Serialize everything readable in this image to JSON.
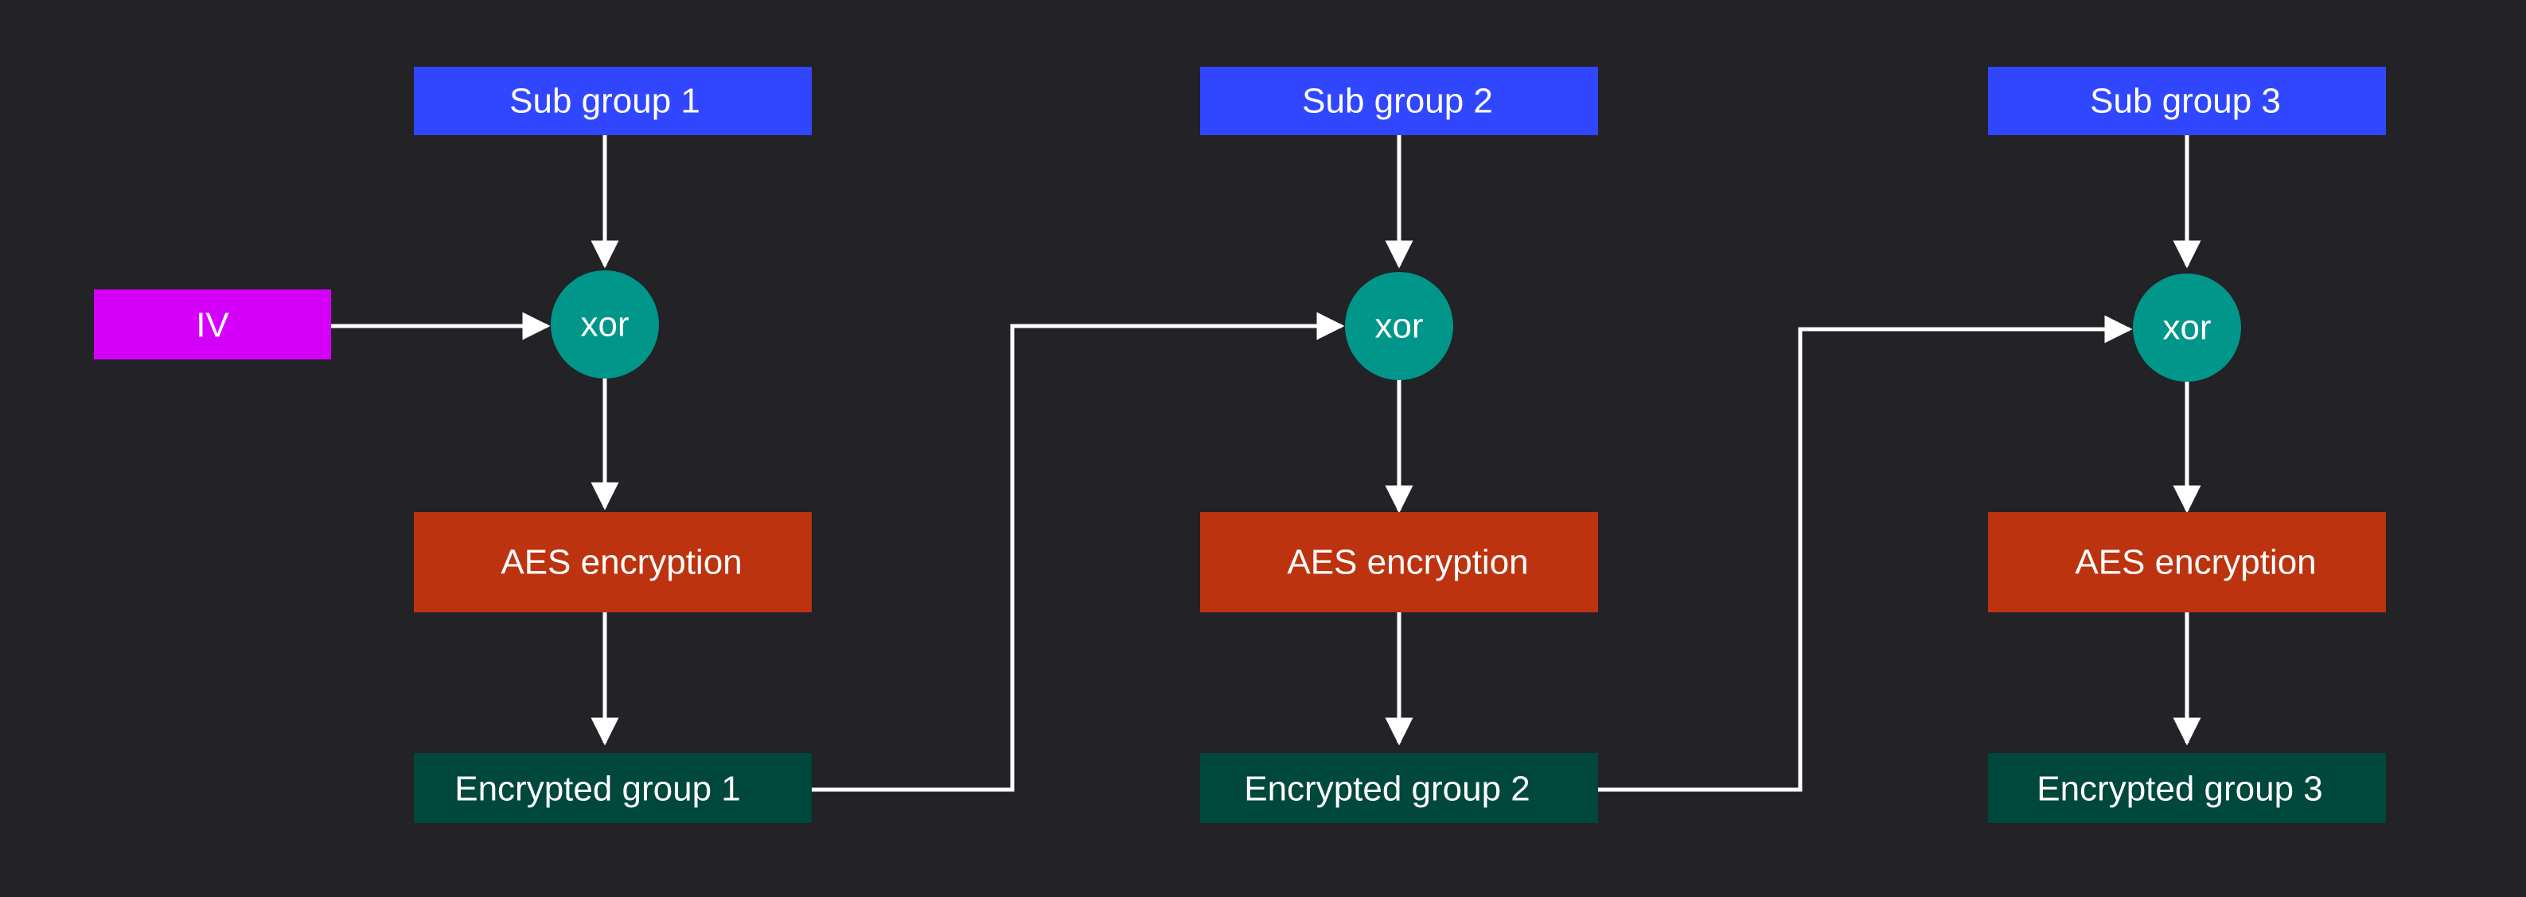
{
  "colors": {
    "background": "#222227",
    "sub_group": "#3147FF",
    "iv": "#D500F9",
    "xor": "#00968A",
    "aes": "#BD330F",
    "encrypted": "#00473C",
    "edge": "#FFFFFF"
  },
  "iv": {
    "label": "IV"
  },
  "groups": [
    {
      "sub_group": "Sub group 1",
      "xor": "xor",
      "aes": "AES encryption",
      "encrypted": "Encrypted group 1"
    },
    {
      "sub_group": "Sub group 2",
      "xor": "xor",
      "aes": "AES encryption",
      "encrypted": "Encrypted group 2"
    },
    {
      "sub_group": "Sub group 3",
      "xor": "xor",
      "aes": "AES encryption",
      "encrypted": "Encrypted group 3"
    }
  ]
}
